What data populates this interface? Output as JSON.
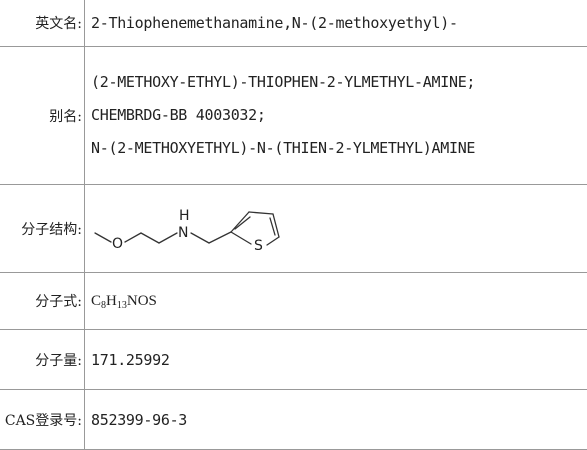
{
  "rows": {
    "english_name": {
      "label": "英文名:",
      "value": "2-Thiophenemethanamine,N-(2-methoxyethyl)-"
    },
    "alias": {
      "label": "别名:",
      "lines": [
        "(2-METHOXY-ETHYL)-THIOPHEN-2-YLMETHYL-AMINE;",
        "CHEMBRDG-BB 4003032;",
        "N-(2-METHOXYETHYL)-N-(THIEN-2-YLMETHYL)AMINE"
      ]
    },
    "structure": {
      "label": "分子结构:",
      "atom_o": "O",
      "atom_n": "N",
      "atom_h": "H",
      "atom_s": "S"
    },
    "formula": {
      "label": "分子式:",
      "c": "C",
      "c_sub": "8",
      "h": "H",
      "h_sub": "13",
      "rest": "NOS"
    },
    "weight": {
      "label": "分子量:",
      "value": "171.25992"
    },
    "cas": {
      "label": "CAS登录号:",
      "value": "852399-96-3"
    }
  }
}
